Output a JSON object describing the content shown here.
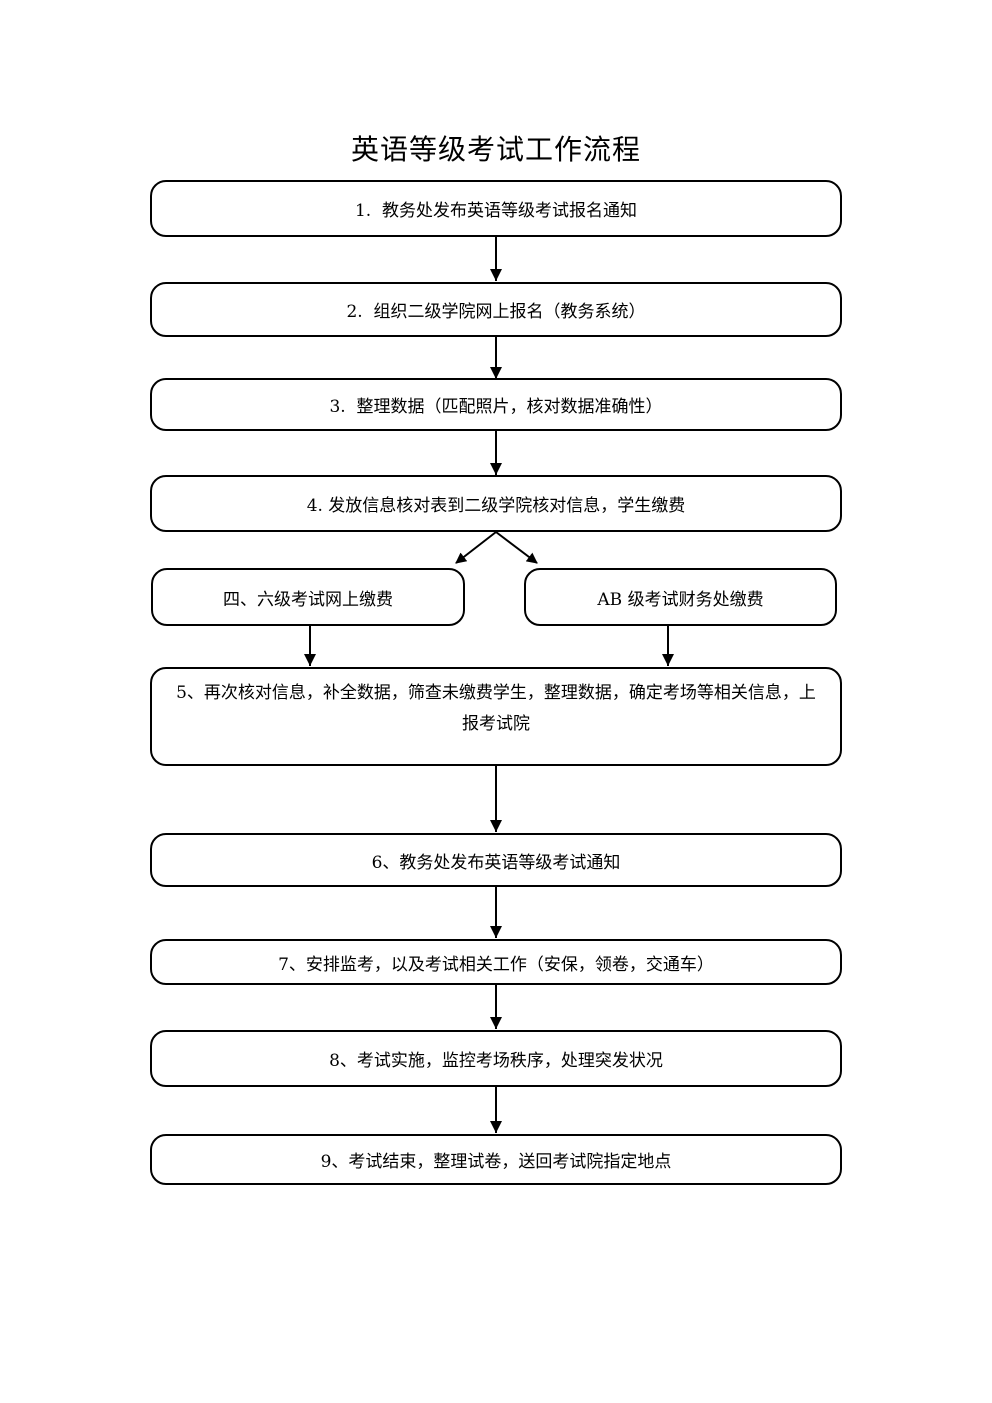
{
  "page": {
    "background_color": "#ffffff",
    "ink_color": "#000000"
  },
  "title": "英语等级考试工作流程",
  "chart_data": {
    "type": "flowchart",
    "title": "英语等级考试工作流程",
    "nodes": [
      "1.  教务处发布英语等级考试报名通知",
      "2.  组织二级学院网上报名（教务系统）",
      "3.  整理数据（匹配照片，核对数据准确性）",
      "4. 发放信息核对表到二级学院核对信息，学生缴费",
      "四、六级考试网上缴费",
      "AB 级考试财务处缴费",
      "5、再次核对信息，补全数据，筛查未缴费学生，整理数据，确定考场等相关信息，上报考试院",
      "6、教务处发布英语等级考试通知",
      "7、安排监考，以及考试相关工作（安保，领卷，交通车）",
      "8、考试实施，监控考场秩序，处理突发状况",
      "9、考试结束，整理试卷，送回考试院指定地点"
    ]
  },
  "flow": {
    "steps": [
      {
        "label": "1.  教务处发布英语等级考试报名通知"
      },
      {
        "label": "2.  组织二级学院网上报名（教务系统）"
      },
      {
        "label": "3.  整理数据（匹配照片，核对数据准确性）"
      },
      {
        "label": "4. 发放信息核对表到二级学院核对信息，学生缴费"
      },
      {
        "label": "四、六级考试网上缴费"
      },
      {
        "label": "AB 级考试财务处缴费"
      },
      {
        "line1": "5、再次核对信息，补全数据，筛查未缴费学生，整理数据，确定考场等相关信息，上",
        "line2": "报考试院"
      },
      {
        "label": "6、教务处发布英语等级考试通知"
      },
      {
        "label": "7、安排监考，以及考试相关工作（安保，领卷，交通车）"
      },
      {
        "label": "8、考试实施，监控考场秩序，处理突发状况"
      },
      {
        "label": "9、考试结束，整理试卷，送回考试院指定地点"
      }
    ]
  }
}
